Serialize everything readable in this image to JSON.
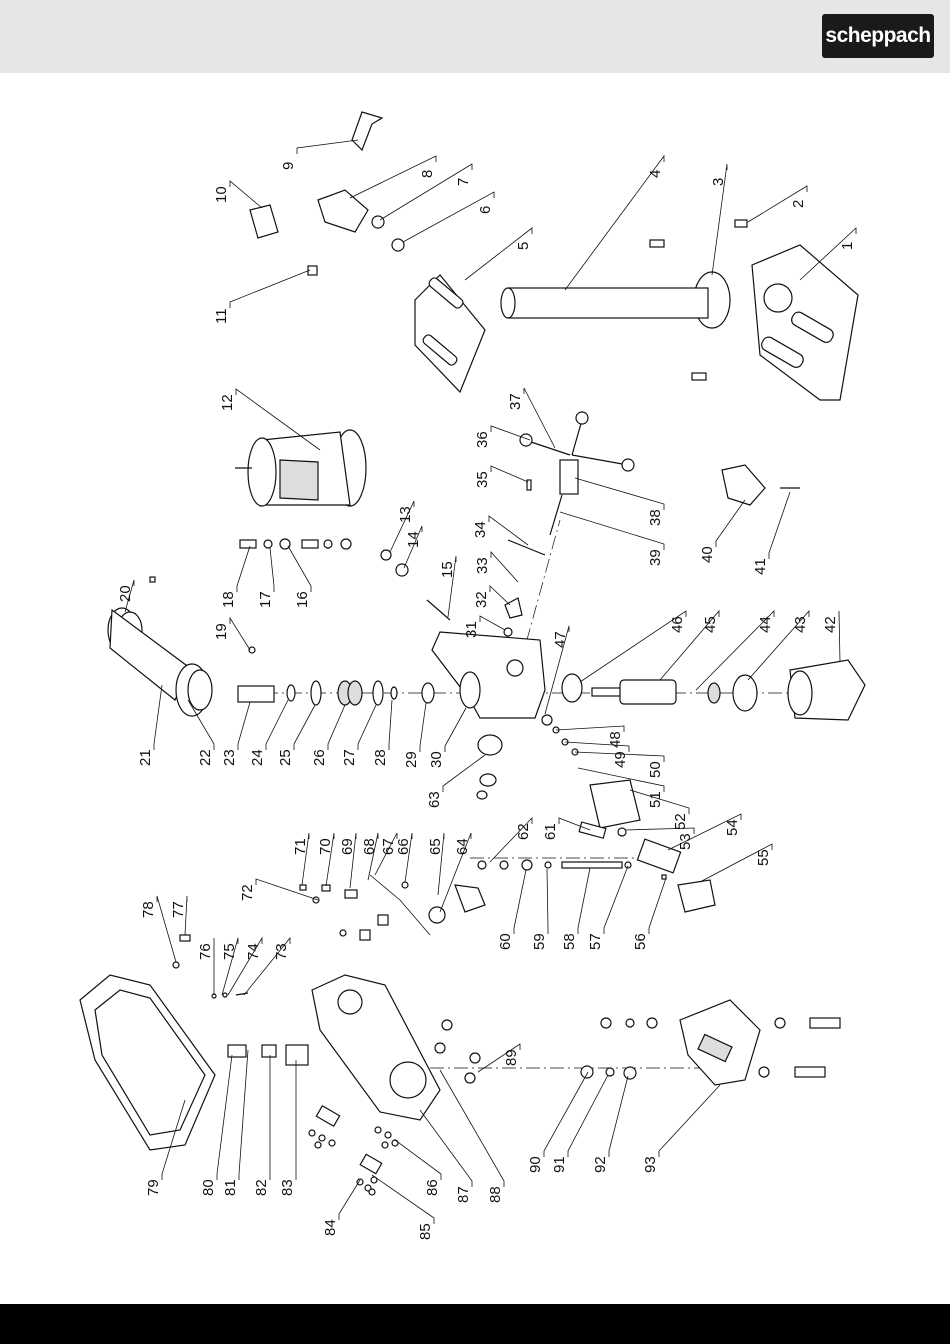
{
  "header": {
    "brand": "scheppach",
    "background": "#e6e6e6"
  },
  "footer": {
    "background": "#000000"
  },
  "part_numbers": [
    "1",
    "2",
    "3",
    "4",
    "5",
    "6",
    "7",
    "8",
    "9",
    "10",
    "11",
    "12",
    "13",
    "14",
    "15",
    "16",
    "17",
    "18",
    "19",
    "20",
    "21",
    "22",
    "23",
    "24",
    "25",
    "26",
    "27",
    "28",
    "29",
    "30",
    "31",
    "32",
    "33",
    "34",
    "35",
    "36",
    "37",
    "38",
    "39",
    "40",
    "41",
    "42",
    "43",
    "44",
    "45",
    "46",
    "47",
    "48",
    "49",
    "50",
    "51",
    "52",
    "53",
    "54",
    "55",
    "56",
    "57",
    "58",
    "59",
    "60",
    "61",
    "62",
    "63",
    "64",
    "65",
    "66",
    "67",
    "68",
    "69",
    "70",
    "71",
    "72",
    "73",
    "74",
    "75",
    "76",
    "77",
    "78",
    "79",
    "80",
    "81",
    "82",
    "83",
    "84",
    "85",
    "86",
    "87",
    "88",
    "89",
    "90",
    "91",
    "92",
    "93"
  ]
}
